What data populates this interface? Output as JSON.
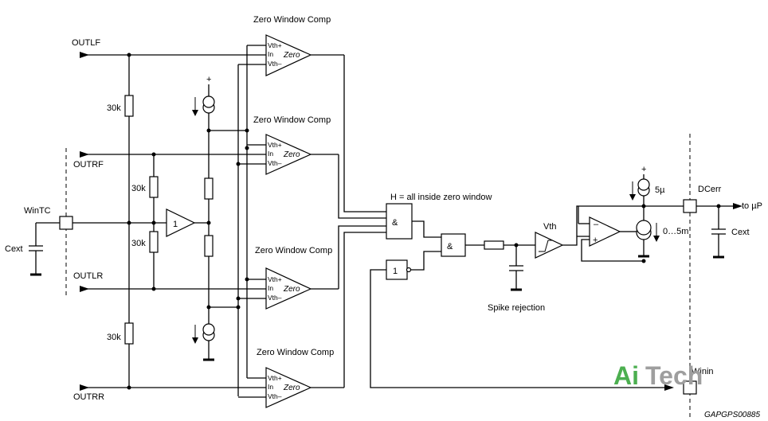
{
  "signals": {
    "outlf": "OUTLF",
    "outrf": "OUTRF",
    "outlr": "OUTLR",
    "outrr": "OUTRR",
    "wintc": "WinTC",
    "cext_left": "Cext",
    "dcerr": "DCerr",
    "to_mu_p": "to µP",
    "cext_right": "Cext",
    "winin": "Winin"
  },
  "comparator": {
    "title": "Zero Window Comp",
    "pin_vth_plus": "Vth+",
    "pin_in": "In",
    "pin_vth_minus": "Vth–",
    "output": "Zero"
  },
  "resistors": {
    "r1": "30k",
    "r2": "30k",
    "r3": "30k",
    "r4": "30k"
  },
  "buffer_label": "1",
  "current_source": {
    "plus": "+"
  },
  "logic": {
    "and_label": "&",
    "not_label": "1",
    "note": "H = all inside zero window"
  },
  "spike_rejection": "Spike rejection",
  "schmitt": {
    "label": "Vth"
  },
  "opamp": {
    "minus": "–",
    "plus": "+"
  },
  "sources": {
    "top_plus": "+",
    "top_current": "5µ",
    "bottom_current": "0…5m"
  },
  "watermark": {
    "text": "AiTech",
    "color_ai": "#4caf50",
    "color_tech": "#9e9e9e"
  },
  "doc_code": "GAPGPS00885"
}
